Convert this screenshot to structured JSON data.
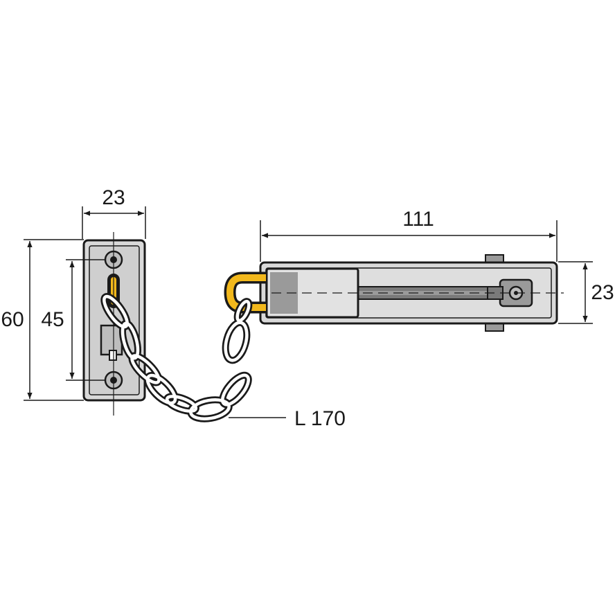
{
  "dimensions": {
    "plate_width": "23",
    "plate_height": "60",
    "hole_spacing": "45",
    "rail_length": "111",
    "rail_height": "23",
    "chain_length": "L 170"
  },
  "colors": {
    "outline": "#1a1a1a",
    "body": "#d9d9d9",
    "plate_inner": "#cfcfcf",
    "slider_dark": "#9a9a9a",
    "slider_light": "#e2e2e2",
    "rod": "#7a7a7a",
    "shackle": "#f2b81c",
    "chain": "#ffffff"
  }
}
